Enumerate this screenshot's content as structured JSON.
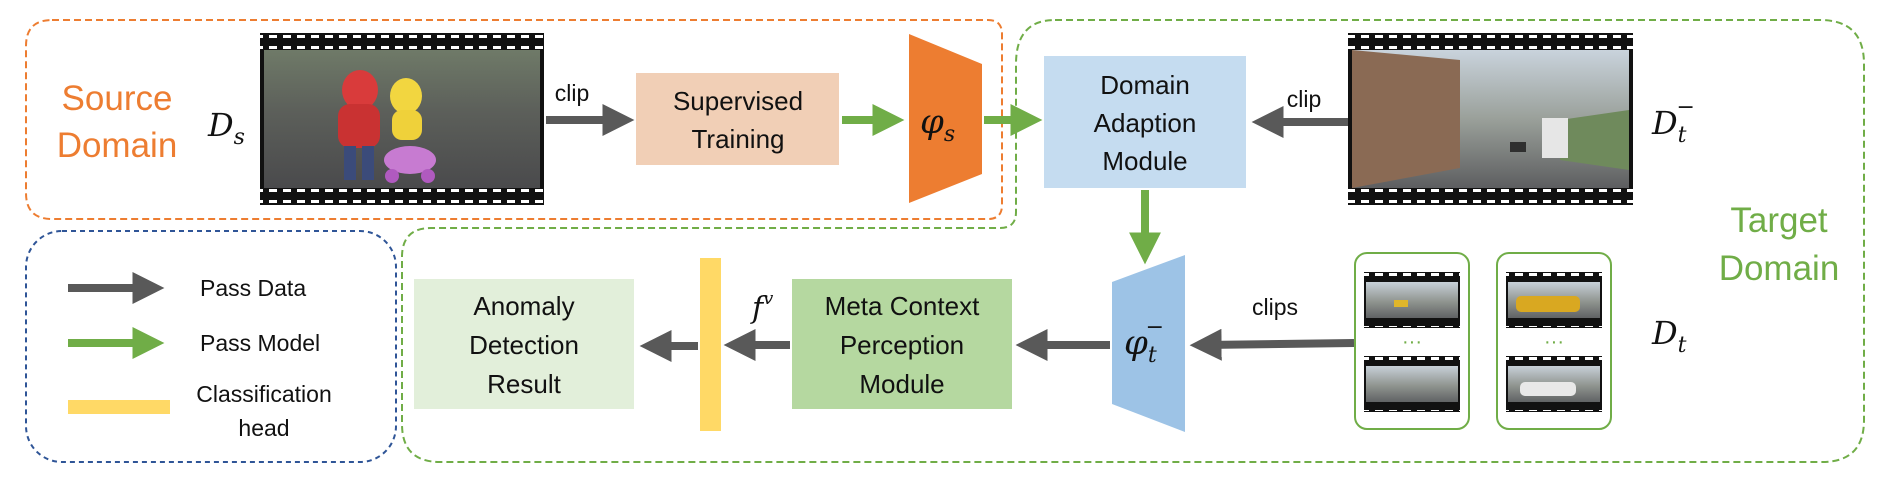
{
  "source": {
    "title_line1": "Source",
    "title_line2": "Domain",
    "dataset_label": "D",
    "dataset_sub": "s",
    "clip_label": "clip"
  },
  "supervised": {
    "line1": "Supervised",
    "line2": "Training"
  },
  "phi_s": {
    "symbol": "φ",
    "sub": "s"
  },
  "domain_adaption": {
    "line1": "Domain",
    "line2": "Adaption",
    "line3": "Module"
  },
  "target": {
    "clip_label": "clip",
    "dataset_minus_label": "D",
    "dataset_minus_sub": "t",
    "dataset_minus_sup": "−",
    "title_line1": "Target",
    "title_line2": "Domain",
    "clips_label": "clips",
    "dataset_label": "D",
    "dataset_sub": "t",
    "ellipsis": "···"
  },
  "phi_t": {
    "symbol": "φ",
    "sub": "t",
    "sup": "−"
  },
  "meta_context": {
    "line1": "Meta Context",
    "line2": "Perception",
    "line3": "Module"
  },
  "feature": {
    "symbol": "f",
    "sup": "v"
  },
  "result": {
    "line1": "Anomaly",
    "line2": "Detection",
    "line3": "Result"
  },
  "legend": {
    "pass_data": "Pass Data",
    "pass_model": "Pass Model",
    "classification_line1": "Classification",
    "classification_line2": "head"
  },
  "colors": {
    "source_orange": "#ED7D31",
    "target_green": "#70AD47",
    "legend_navy": "#2F5597",
    "data_arrow": "#595959",
    "model_arrow": "#70AD47",
    "supervised_box": "#F1CFB6",
    "domain_box": "#C5DCF0",
    "meta_box": "#B5D8A0",
    "result_box": "#E2EFDA",
    "phi_s_fill": "#ED7D31",
    "phi_t_fill": "#9DC3E6",
    "classification_head": "#FFD966"
  }
}
